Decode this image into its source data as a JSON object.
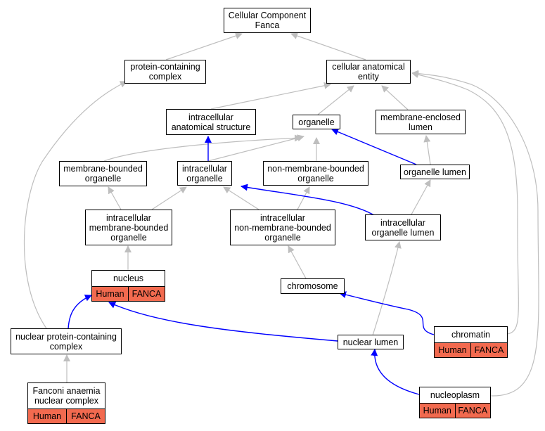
{
  "colors": {
    "gray_edge": "#BEBEBE",
    "blue_edge": "#0000FF",
    "annotation_fill": "#F26A4F"
  },
  "nodes": {
    "root": "Cellular Component\nFanca",
    "protein_complex": "protein-containing\ncomplex",
    "cae": "cellular anatomical\nentity",
    "ias": "intracellular\nanatomical structure",
    "organelle": "organelle",
    "mel": "membrane-enclosed\nlumen",
    "mbo": "membrane-bounded\norganelle",
    "io": "intracellular\norganelle",
    "nmbo": "non-membrane-bounded\norganelle",
    "olumen": "organelle lumen",
    "imbo": "intracellular\nmembrane-bounded\norganelle",
    "inmbo": "intracellular\nnon-membrane-bounded\norganelle",
    "iol": "intracellular\norganelle lumen",
    "chromosome": "chromosome",
    "nuclear_lumen": "nuclear lumen",
    "npc": "nuclear protein-containing\ncomplex"
  },
  "annotated": {
    "nucleus": {
      "label": "nucleus",
      "species": "Human",
      "gene": "FANCA"
    },
    "chromatin": {
      "label": "chromatin",
      "species": "Human",
      "gene": "FANCA"
    },
    "fanconi": {
      "label": "Fanconi anaemia\nnuclear complex",
      "species": "Human",
      "gene": "FANCA"
    },
    "nucleoplasm": {
      "label": "nucleoplasm",
      "species": "Human",
      "gene": "FANCA"
    }
  }
}
